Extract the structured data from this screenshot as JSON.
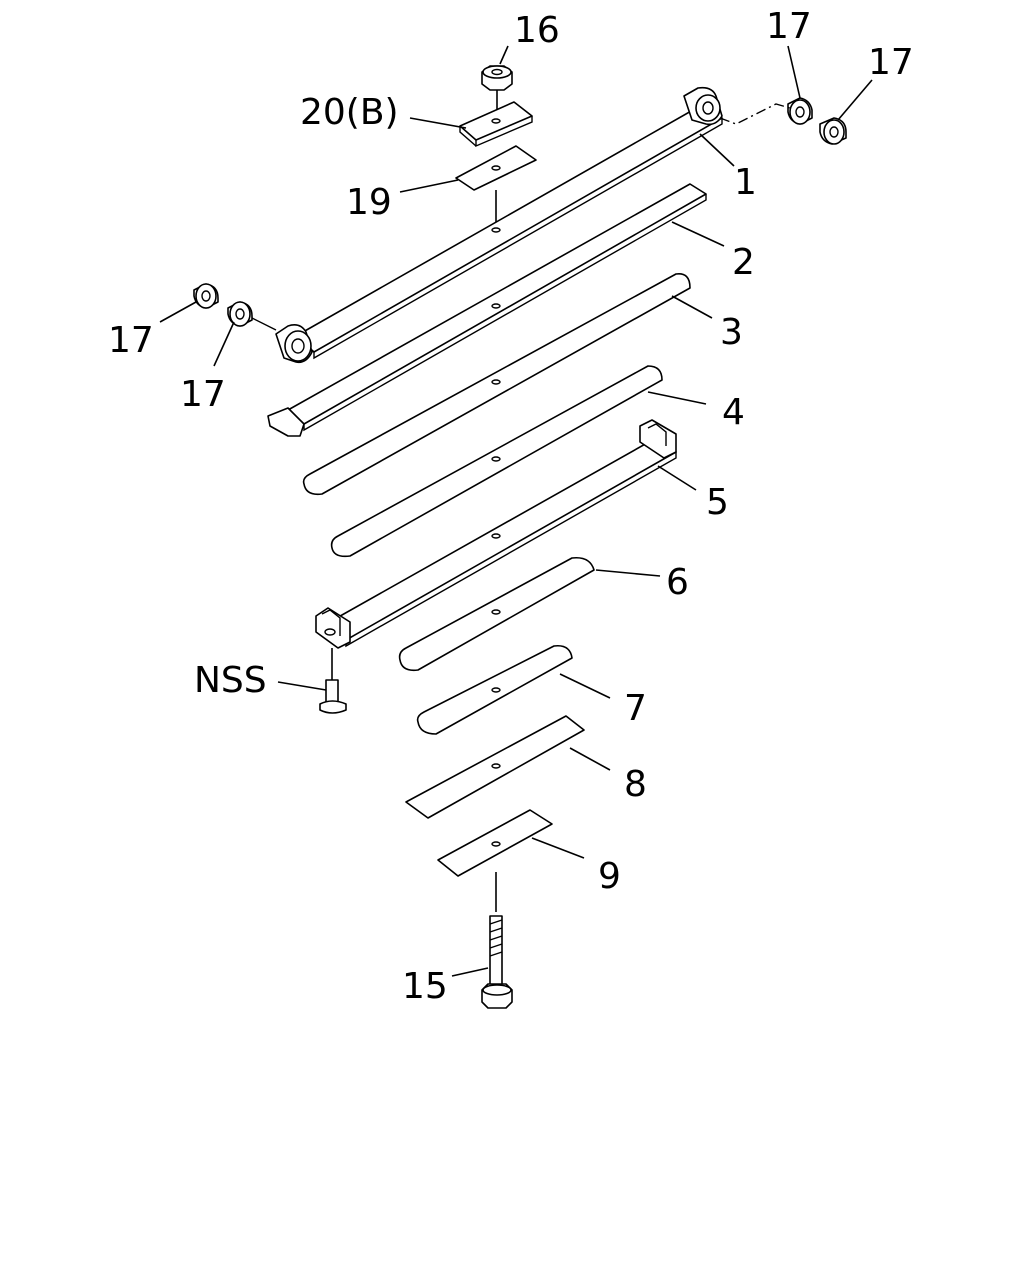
{
  "callouts": {
    "c16": "16",
    "c20b": "20(B)",
    "c19": "19",
    "c17_tr1": "17",
    "c17_tr2": "17",
    "c1": "1",
    "c2": "2",
    "c3": "3",
    "c4": "4",
    "c5": "5",
    "c6": "6",
    "c7": "7",
    "c8": "8",
    "c9": "9",
    "c17_l1": "17",
    "c17_l2": "17",
    "cnss": "NSS",
    "c15": "15"
  }
}
